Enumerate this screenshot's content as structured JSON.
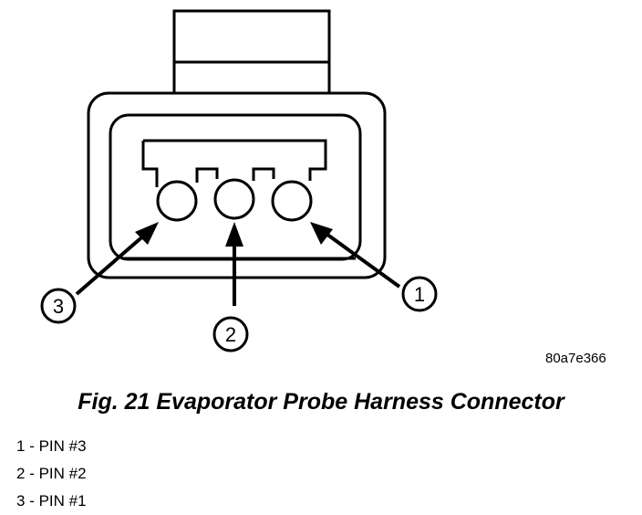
{
  "diagram": {
    "callouts": [
      {
        "number": "1"
      },
      {
        "number": "2"
      },
      {
        "number": "3"
      }
    ],
    "figure_id": "80a7e366",
    "caption": "Fig. 21 Evaporator Probe Harness Connector"
  },
  "legend": [
    {
      "number": "1",
      "separator": " - ",
      "text": "PIN #3"
    },
    {
      "number": "2",
      "separator": " - ",
      "text": "PIN #2"
    },
    {
      "number": "3",
      "separator": " - ",
      "text": "PIN #1"
    }
  ]
}
